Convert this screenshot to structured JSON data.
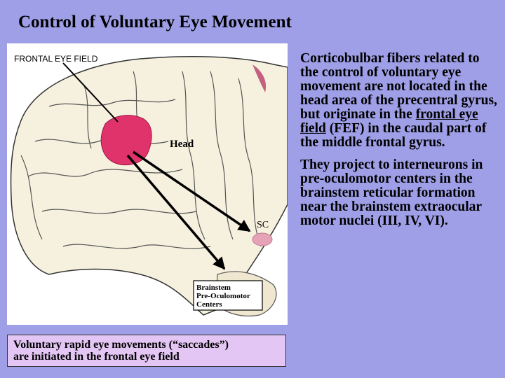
{
  "slide": {
    "title": "Control of Voluntary Eye Movement",
    "background": "#9f9fe8"
  },
  "figure": {
    "label_fef": "FRONTAL EYE FIELD",
    "label_head": "Head",
    "label_sc": "SC",
    "box_lines": [
      "Brainstem",
      "Pre-Oculomotor",
      "Centers"
    ],
    "fef_color": "#e0336b"
  },
  "caption": {
    "line1": "Voluntary rapid eye movements (“saccades”)",
    "line2": "are initiated in the frontal eye field"
  },
  "text": {
    "p1_before": "Corticobulbar fibers related to the control of voluntary eye movement are not located in the head area of the precentral gyrus, but originate in the ",
    "p1_link": "frontal eye field",
    "p1_after": " (FEF) in the caudal part of the middle frontal gyrus.",
    "p2": "They project to interneurons in pre-oculomotor centers in the brainstem reticular formation near the brainstem extraocular motor nuclei (III, IV, VI)."
  }
}
